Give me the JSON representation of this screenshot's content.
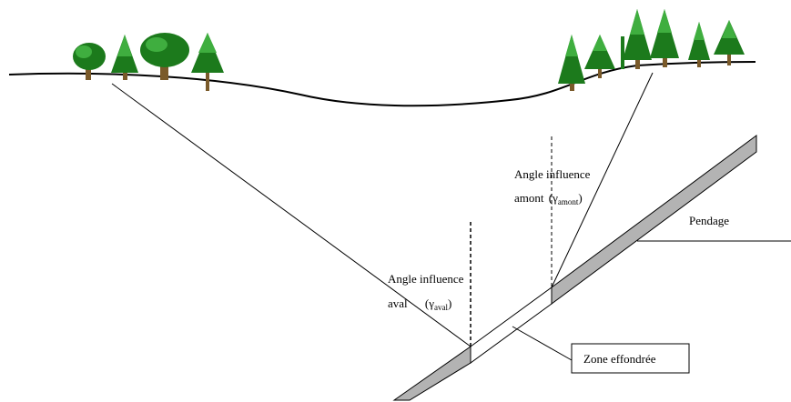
{
  "labels": {
    "amont_line1": "Angle influence",
    "amont_line2": "amont",
    "amont_gamma": "(γ",
    "amont_sub": "amont",
    "amont_close": ")",
    "aval_line1": "Angle influence",
    "aval_line2": "aval",
    "aval_gamma": "(γ",
    "aval_sub": "aval",
    "aval_close": ")",
    "pendage": "Pendage",
    "zone": "Zone effondrée"
  },
  "colors": {
    "seam_fill": "#b3b3b3",
    "line": "#000000",
    "tree_dark": "#1c7a1c",
    "tree_light": "#3fae3f",
    "trunk": "#7a5a2a"
  },
  "icons": {
    "trees": "tree-icon"
  }
}
